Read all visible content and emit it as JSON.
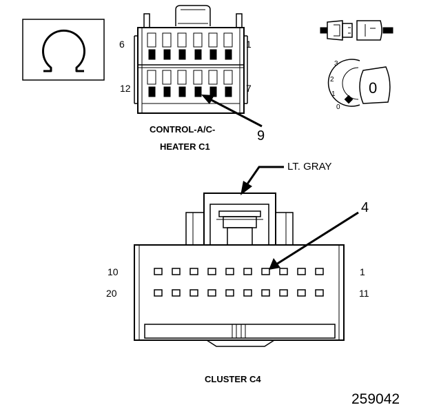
{
  "ohmmeter": {
    "symbol": "Ω"
  },
  "connector_c1": {
    "caption_line1": "CONTROL-A/C-",
    "caption_line2": "HEATER C1",
    "pin_labels": {
      "top_left": "6",
      "top_right": "1",
      "bottom_left": "12",
      "bottom_right": "7"
    },
    "callout": "9"
  },
  "probe_diagram": {
    "dial_marks": [
      "3",
      "2",
      "1",
      "0"
    ],
    "key_label": "0"
  },
  "connector_c4": {
    "wire_color": "LT. GRAY",
    "callout": "4",
    "pin_labels": {
      "top_left": "10",
      "top_right": "1",
      "bottom_left": "20",
      "bottom_right": "11"
    },
    "caption": "CLUSTER C4"
  },
  "figure_number": "259042"
}
